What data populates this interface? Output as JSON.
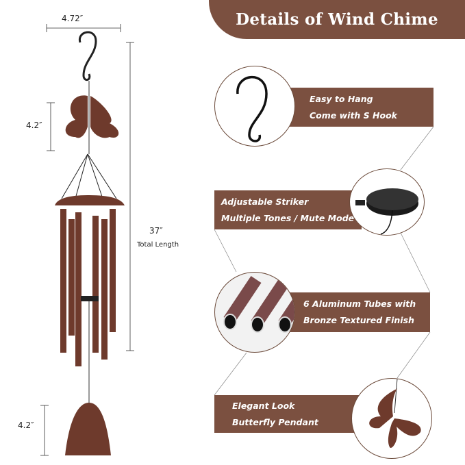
{
  "title": "Details of  Wind Chime",
  "dimensions": {
    "width": "4.72″",
    "butterfly_height": "4.2″",
    "total_length": "37″",
    "total_length_label": "Total Length",
    "bell_height": "4.2″"
  },
  "features": [
    {
      "line1": "Easy to Hang",
      "line2": "Come with S Hook",
      "icon": "s-hook"
    },
    {
      "line1": "Adjustable Striker",
      "line2": "Multiple Tones / Mute Mode",
      "icon": "striker"
    },
    {
      "line1": "6 Aluminum Tubes with",
      "line2": "Bronze Textured Finish",
      "icon": "tubes"
    },
    {
      "line1": "Elegant  Look",
      "line2": "Butterfly Pendant",
      "icon": "butterfly"
    }
  ],
  "colors": {
    "brand_brown": "#7b5040",
    "bronze": "#6e3a2c"
  }
}
